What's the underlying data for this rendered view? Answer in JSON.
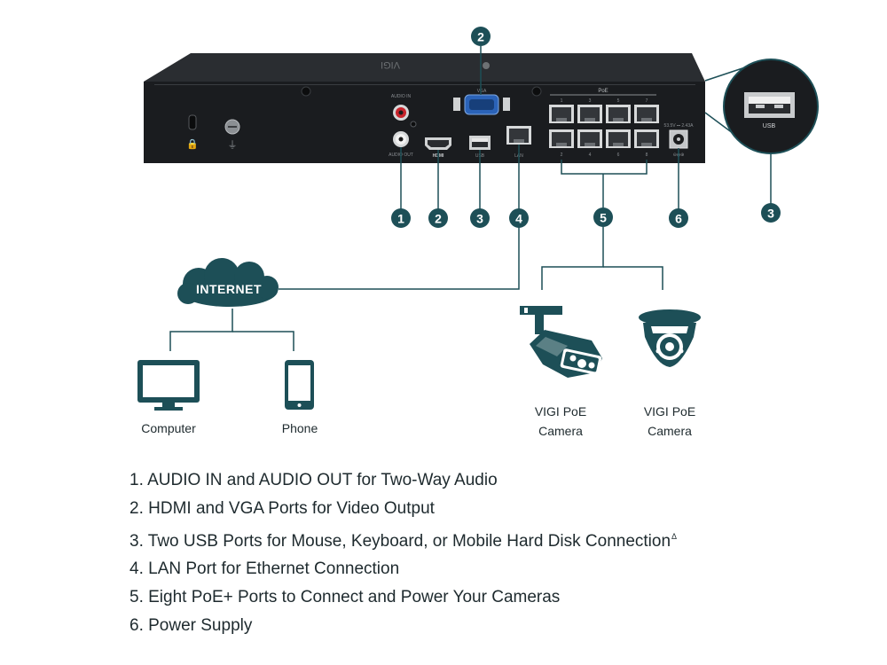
{
  "device": {
    "brand_mark": "VIGI",
    "top_labels": {
      "vga": "VGA",
      "audio_in": "AUDIO IN",
      "poe": "PoE"
    },
    "bottom_labels": {
      "audio_out": "AUDIO OUT",
      "hdmi": "HDMI",
      "usb": "USB",
      "lan": "LAN"
    },
    "poe_top_numbers": [
      "1",
      "3",
      "5",
      "7"
    ],
    "poe_bottom_numbers": [
      "2",
      "4",
      "6",
      "8"
    ],
    "power_rating": "53.5V ⎓ 2.43A",
    "power_polarity": "⊖◉⊕"
  },
  "usb_callout": {
    "label": "USB"
  },
  "badges": {
    "b1": "1",
    "b2": "2",
    "b3": "3",
    "b4": "4",
    "b5": "5",
    "b6": "6",
    "b2_top": "2",
    "b3_right": "3"
  },
  "network": {
    "internet": "INTERNET",
    "computer": "Computer",
    "phone": "Phone",
    "camera1_line1": "VIGI PoE",
    "camera1_line2": "Camera",
    "camera2_line1": "VIGI PoE",
    "camera2_line2": "Camera"
  },
  "features": [
    "1. AUDIO IN and AUDIO OUT for Two-Way Audio",
    "2. HDMI and VGA Ports for Video Output",
    "3. Two USB Ports for Mouse, Keyboard, or Mobile Hard Disk Connection",
    "4. LAN Port for Ethernet Connection",
    "5. Eight PoE+ Ports to Connect and Power Your Cameras",
    "6. Power Supply"
  ],
  "feature3_mark": "Δ",
  "colors": {
    "accent": "#1d4f57",
    "device_body": "#1a1c1f",
    "device_top": "#2a2d31",
    "text": "#1e2a2e"
  }
}
